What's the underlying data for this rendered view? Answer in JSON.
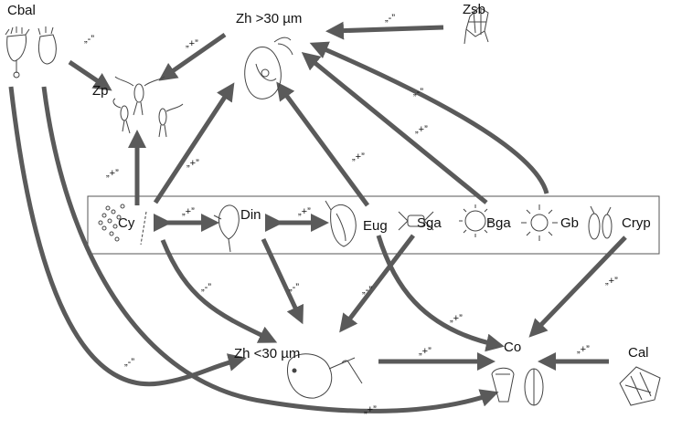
{
  "nodes": {
    "cbal": "Cbal",
    "zh_large": "Zh >30 µm",
    "zsb": "Zsb",
    "zp": "Zp",
    "cy": "Cy",
    "din": "Din",
    "eug": "Eug",
    "sga": "Sga",
    "bga": "Bga",
    "gb": "Gb",
    "cryp": "Cryp",
    "zh_small": "Zh <30 µm",
    "co": "Co",
    "cal": "Cal"
  },
  "signs": {
    "cbal_zp": "„-”",
    "zh_zp": "„+”",
    "zsb_zh": "„-”",
    "gb_zh": "„-”",
    "bga_zh": "„+”",
    "eug_zh": "„+”",
    "cy_zh": "„+”",
    "cy_zp": "„+”",
    "cy_din": "„+”",
    "din_eug": "„+”",
    "din_zhs": "„-”",
    "sga_zhs": "„-”",
    "cy_zhs": "„-”",
    "eug_co": "„+”",
    "cryp_co": "„+”",
    "zhs_co": "„+”",
    "cal_co": "„+”",
    "cbal_zhs": "„-”",
    "cbal_co": "„+”"
  }
}
